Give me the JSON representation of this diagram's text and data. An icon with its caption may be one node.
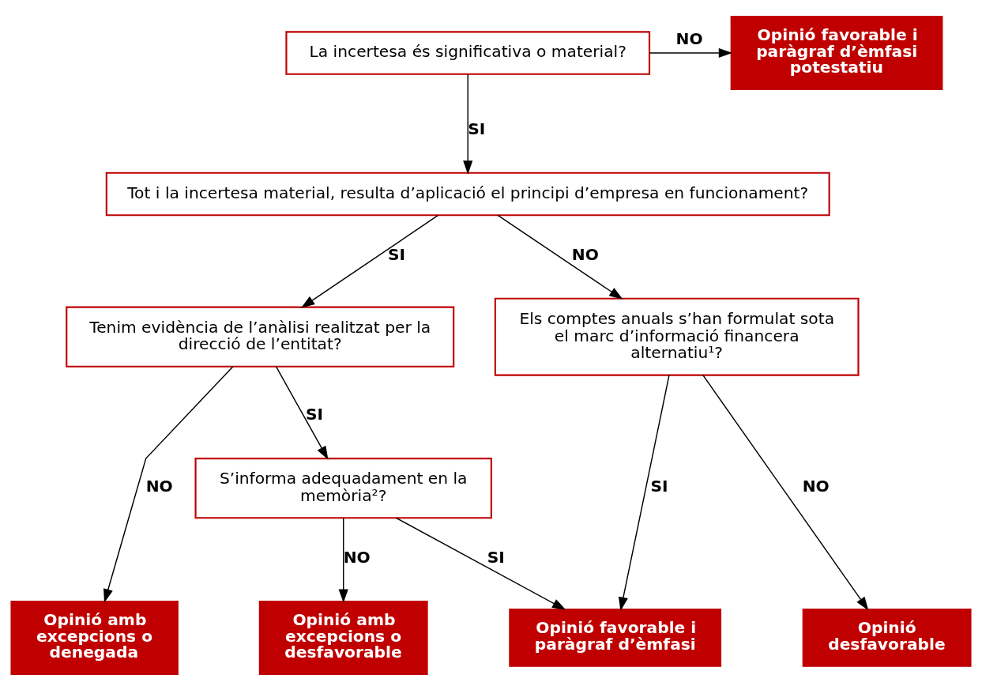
{
  "diagram": {
    "nodes": [
      {
        "text": [
          "La incertesa és significativa o material?"
        ]
      },
      {
        "text": [
          "Opinió favorable i paràgraf d’èmfasi potestatiu"
        ]
      },
      {
        "text": [
          "Tot i la incertesa material, resulta d’aplicació el principi d’empresa en funcionament?"
        ]
      },
      {
        "text": [
          "Tenim evidència de l’anàlisi realitzat per la direcció de l’entitat?"
        ]
      },
      {
        "text": [
          "Els comptes anuals s’han formulat sota el marc d’informació financera alternatiu¹?"
        ]
      },
      {
        "text": [
          "S’informa adequadament en la memòria²?"
        ]
      },
      {
        "text": [
          "Opinió amb excepcions o denegada"
        ]
      },
      {
        "text": [
          "Opinió amb excepcions o desfavorable"
        ]
      },
      {
        "text": [
          "Opinió favorable i paràgraf d’èmfasi"
        ]
      },
      {
        "text": [
          "Opinió desfavorable"
        ]
      }
    ],
    "edges": [
      {
        "from": 0,
        "to": 1,
        "arrow": "to",
        "label": "NO"
      },
      {
        "from": 0,
        "to": 2,
        "arrow": "to",
        "label": "SI"
      },
      {
        "from": 2,
        "to": 3,
        "arrow": "to",
        "label": "SI"
      },
      {
        "from": 2,
        "to": 4,
        "arrow": "to",
        "label": "NO"
      },
      {
        "from": 3,
        "to": 6,
        "arrow": "to",
        "label": "NO"
      },
      {
        "from": 3,
        "to": 5,
        "arrow": "to",
        "label": "SI"
      },
      {
        "from": 4,
        "to": 8,
        "arrow": "to",
        "label": "SI"
      },
      {
        "from": 4,
        "to": 9,
        "arrow": "to",
        "label": "NO"
      },
      {
        "from": 5,
        "to": 7,
        "arrow": "to",
        "label": "NO"
      },
      {
        "from": 5,
        "to": 8,
        "arrow": "to",
        "label": "SI"
      }
    ]
  }
}
